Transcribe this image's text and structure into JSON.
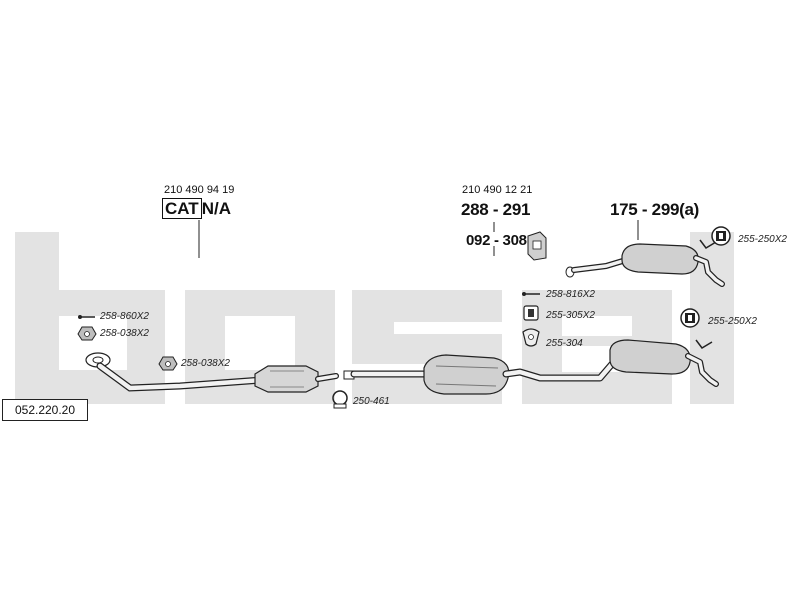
{
  "brand": {
    "watermark": "bosal",
    "watermark_color": "#e3e3e3"
  },
  "reference": {
    "number": "052.220.20"
  },
  "catalyst": {
    "article": "210 490 94 19",
    "cat_label": "CAT",
    "cat_suffix": "N/A"
  },
  "middle_group": {
    "article": "210 490 12 21",
    "range": "288 - 291",
    "bracket": "092 - 308"
  },
  "rear_group": {
    "range": "175 - 299(a)"
  },
  "parts": {
    "p1": "258-860X2",
    "p2": "258-038X2",
    "p3": "258-038X2",
    "p4": "250-461",
    "p5": "258-816X2",
    "p6": "255-305X2",
    "p7": "255-304",
    "p8": "255-250X2",
    "p9": "255-250X2"
  },
  "icons": [
    "bolt-icon",
    "nut-icon",
    "clamp-icon",
    "rubber-hanger-icon",
    "ring-icon",
    "gasket-icon"
  ]
}
